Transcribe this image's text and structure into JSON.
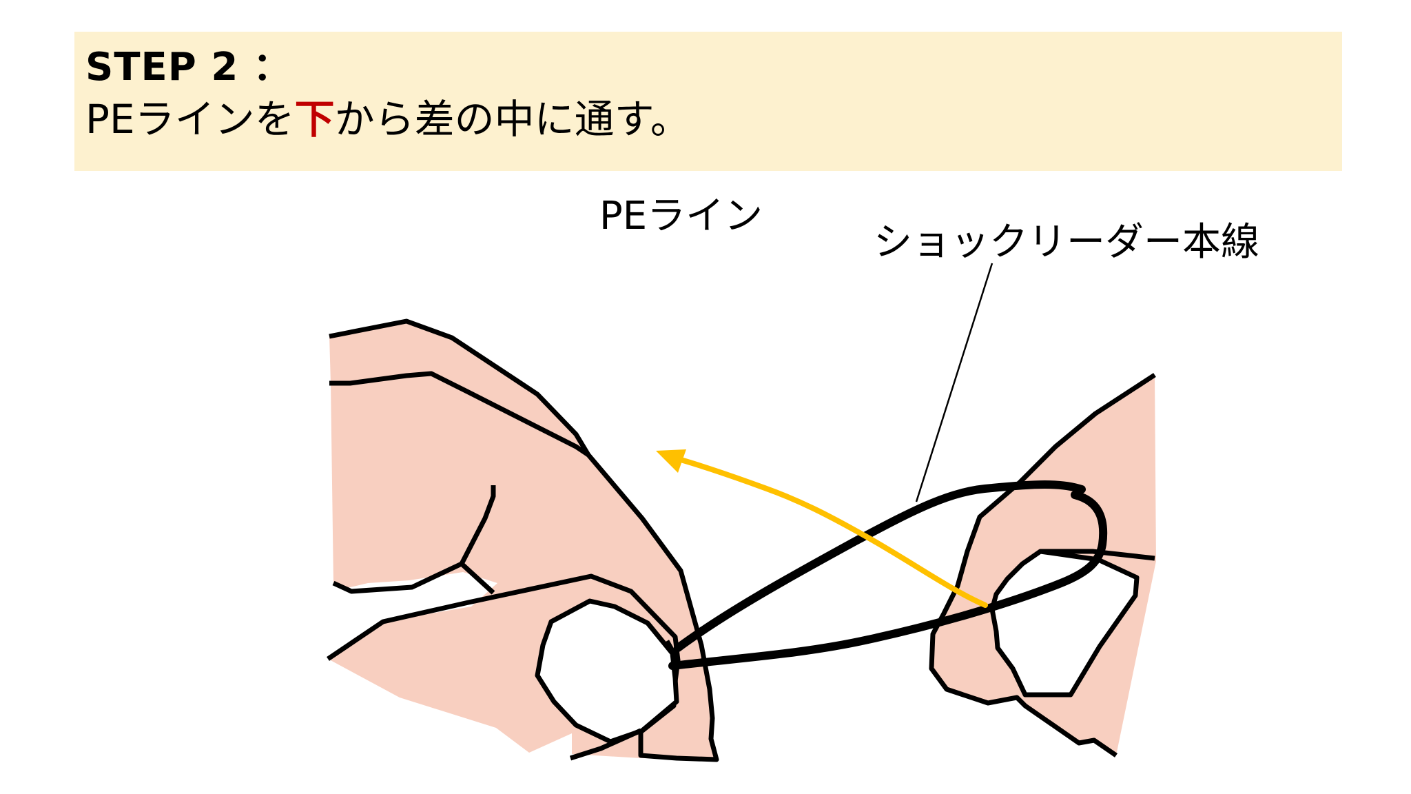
{
  "header": {
    "step": "STEP 2 ：",
    "instruction_before": "PEラインを",
    "instruction_emphasis": "下",
    "instruction_after": "から差の中に通す。"
  },
  "labels": {
    "pe_line": "PEライン",
    "shock_leader": "ショックリーダー本線"
  },
  "colors": {
    "header_background": "#fdf1cf",
    "emphasis": "#c00000",
    "hand_fill": "#f8cfc0",
    "arrow": "#ffc000",
    "outline": "#000000"
  }
}
